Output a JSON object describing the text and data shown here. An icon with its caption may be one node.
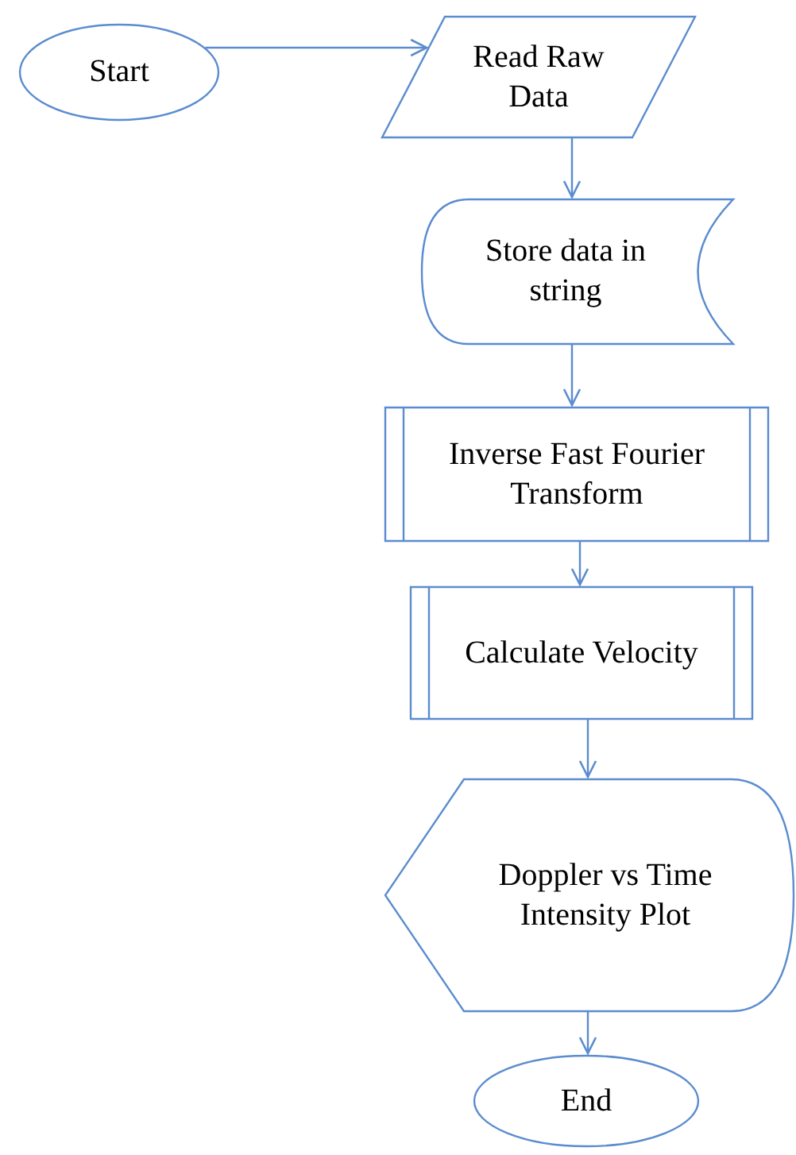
{
  "diagram": {
    "nodes": [
      {
        "text": [
          "Start"
        ]
      },
      {
        "text": [
          "Read Raw Data"
        ]
      },
      {
        "text": [
          "Store data in string"
        ]
      },
      {
        "text": [
          "Inverse Fast Fourier Transform"
        ]
      },
      {
        "text": [
          "Calculate Velocity"
        ]
      },
      {
        "text": [
          "Doppler vs Time Intensity Plot"
        ]
      },
      {
        "text": [
          "End"
        ]
      }
    ],
    "edges": [
      {
        "from": 0,
        "to": 1,
        "arrow": "to"
      },
      {
        "from": 1,
        "to": 2,
        "arrow": "to"
      },
      {
        "from": 2,
        "to": 3,
        "arrow": "to"
      },
      {
        "from": 3,
        "to": 4,
        "arrow": "to"
      },
      {
        "from": 4,
        "to": 5,
        "arrow": "to"
      },
      {
        "from": 5,
        "to": 6,
        "arrow": "to"
      }
    ]
  }
}
